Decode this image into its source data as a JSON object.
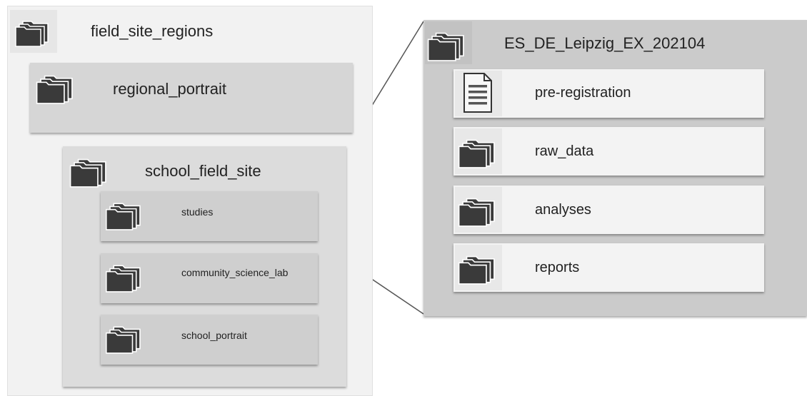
{
  "left": {
    "root": {
      "label": "field_site_regions",
      "icon": "folder-stack-icon"
    },
    "regional": {
      "label": "regional_portrait",
      "icon": "folder-stack-icon"
    },
    "school_site": {
      "label": "school_field_site",
      "icon": "folder-stack-icon",
      "children": [
        {
          "label": "studies",
          "icon": "folder-stack-icon"
        },
        {
          "label": "community_science_lab",
          "icon": "folder-stack-icon"
        },
        {
          "label": "school_portrait",
          "icon": "folder-stack-icon"
        }
      ]
    }
  },
  "right": {
    "title": "ES_DE_Leipzig_EX_202104",
    "title_icon": "folder-stack-icon",
    "items": [
      {
        "label": "pre-registration",
        "icon": "document-icon"
      },
      {
        "label": "raw_data",
        "icon": "folder-stack-icon"
      },
      {
        "label": "analyses",
        "icon": "folder-stack-icon"
      },
      {
        "label": "reports",
        "icon": "folder-stack-icon"
      }
    ]
  },
  "colors": {
    "icon": "#3a3a3a",
    "panel_light": "#f2f2f2",
    "panel_right": "#cbcbcb",
    "connector": "#555555"
  }
}
